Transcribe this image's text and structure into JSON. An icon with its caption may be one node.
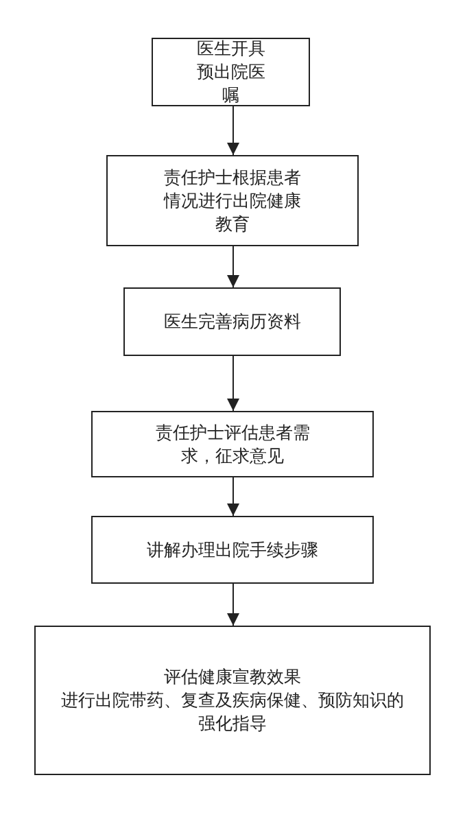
{
  "diagram": {
    "nodes": [
      {
        "text": [
          "医生开具预出院医嘱"
        ]
      },
      {
        "text": [
          "责任护士根据患者情况进行出院健康教育"
        ]
      },
      {
        "text": [
          "医生完善病历资料"
        ]
      },
      {
        "text": [
          "责任护士评估患者需求，征求意见"
        ]
      },
      {
        "text": [
          "讲解办理出院手续步骤"
        ]
      },
      {
        "text": [
          "评估健康宣教效果",
          "进行出院带药、复查及疾病保健、预防知识的强化指导"
        ]
      }
    ],
    "edges": [
      {
        "from": 0,
        "to": 1,
        "arrow": "to"
      },
      {
        "from": 1,
        "to": 2,
        "arrow": "to"
      },
      {
        "from": 2,
        "to": 3,
        "arrow": "to"
      },
      {
        "from": 3,
        "to": 4,
        "arrow": "to"
      },
      {
        "from": 4,
        "to": 5,
        "arrow": "to"
      }
    ]
  }
}
